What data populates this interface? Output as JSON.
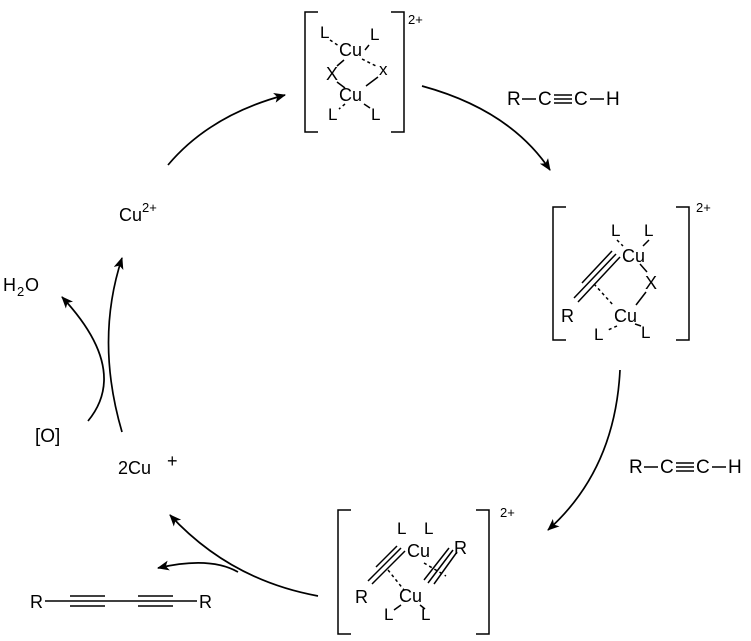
{
  "colors": {
    "ink": "#000000",
    "background": "#ffffff"
  },
  "complex1": {
    "atoms": {
      "cu": "Cu",
      "l": "L",
      "x_big": "X",
      "x_small": "x"
    },
    "charge": "2+"
  },
  "complex2": {
    "atoms": {
      "cu": "Cu",
      "l": "L",
      "x": "X",
      "r": "R"
    },
    "charge": "2+"
  },
  "complex3": {
    "atoms": {
      "cu": "Cu",
      "l": "L",
      "r": "R"
    },
    "charge": "2+"
  },
  "reagent_top": {
    "r": "R",
    "c1": "C",
    "c2": "C",
    "h": "H"
  },
  "reagent_right": {
    "r": "R",
    "c1": "C",
    "c2": "C",
    "h": "H"
  },
  "cu2plus": {
    "symbol": "Cu",
    "charge": "2+"
  },
  "cu_plus": {
    "coefficient": "2Cu",
    "charge": "+"
  },
  "water": {
    "h": "H",
    "sub": "2",
    "o": "O"
  },
  "oxidant": {
    "label": "[O]"
  },
  "product": {
    "r_left": "R",
    "r_right": "R"
  }
}
